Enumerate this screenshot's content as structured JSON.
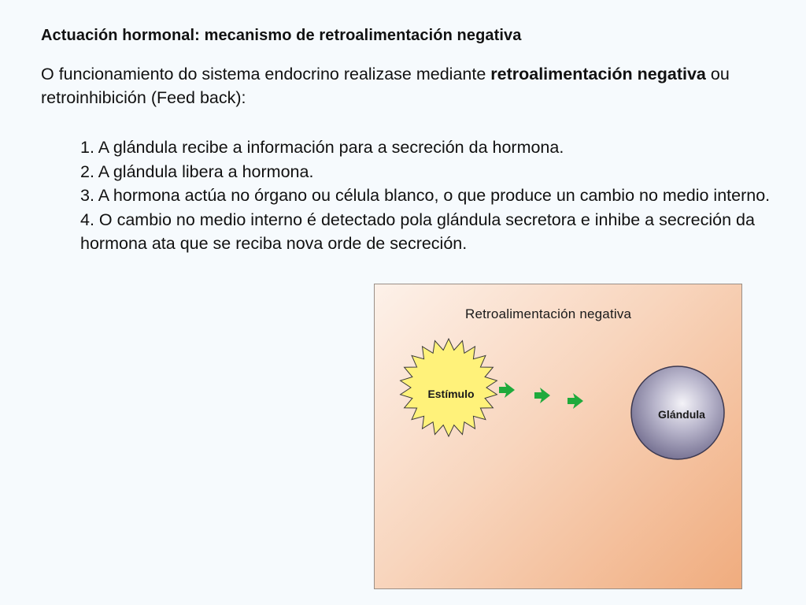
{
  "slide": {
    "title": "Actuación hormonal: mecanismo de retroalimentación negativa",
    "intro": {
      "text_before": "O funcionamiento do sistema endocrino realizase mediante ",
      "bold_text": "retroalimentación negativa",
      "text_after": " ou retroinhibición (Feed back):"
    },
    "steps": [
      "1. A glándula recibe a información para a secreción da hormona.",
      "2. A glándula libera a hormona.",
      "3. A hormona actúa no órgano ou célula blanco, o que produce un cambio no medio interno.",
      "4. O cambio no medio interno é detectado pola glándula secretora e inhibe a secreción da hormona ata que se reciba nova orde de secreción."
    ]
  },
  "diagram": {
    "title": "Retroalimentación negativa",
    "stimulus_label": "Estímulo",
    "gland_label": "Glándula",
    "colors": {
      "stimulus_fill": "#fff27a",
      "arrow": "#1faa3c",
      "gland_fill": "#8f8aa8",
      "background_dark": "#f0ac7e"
    },
    "icons": [
      "starburst",
      "arrow-right",
      "sphere"
    ]
  }
}
